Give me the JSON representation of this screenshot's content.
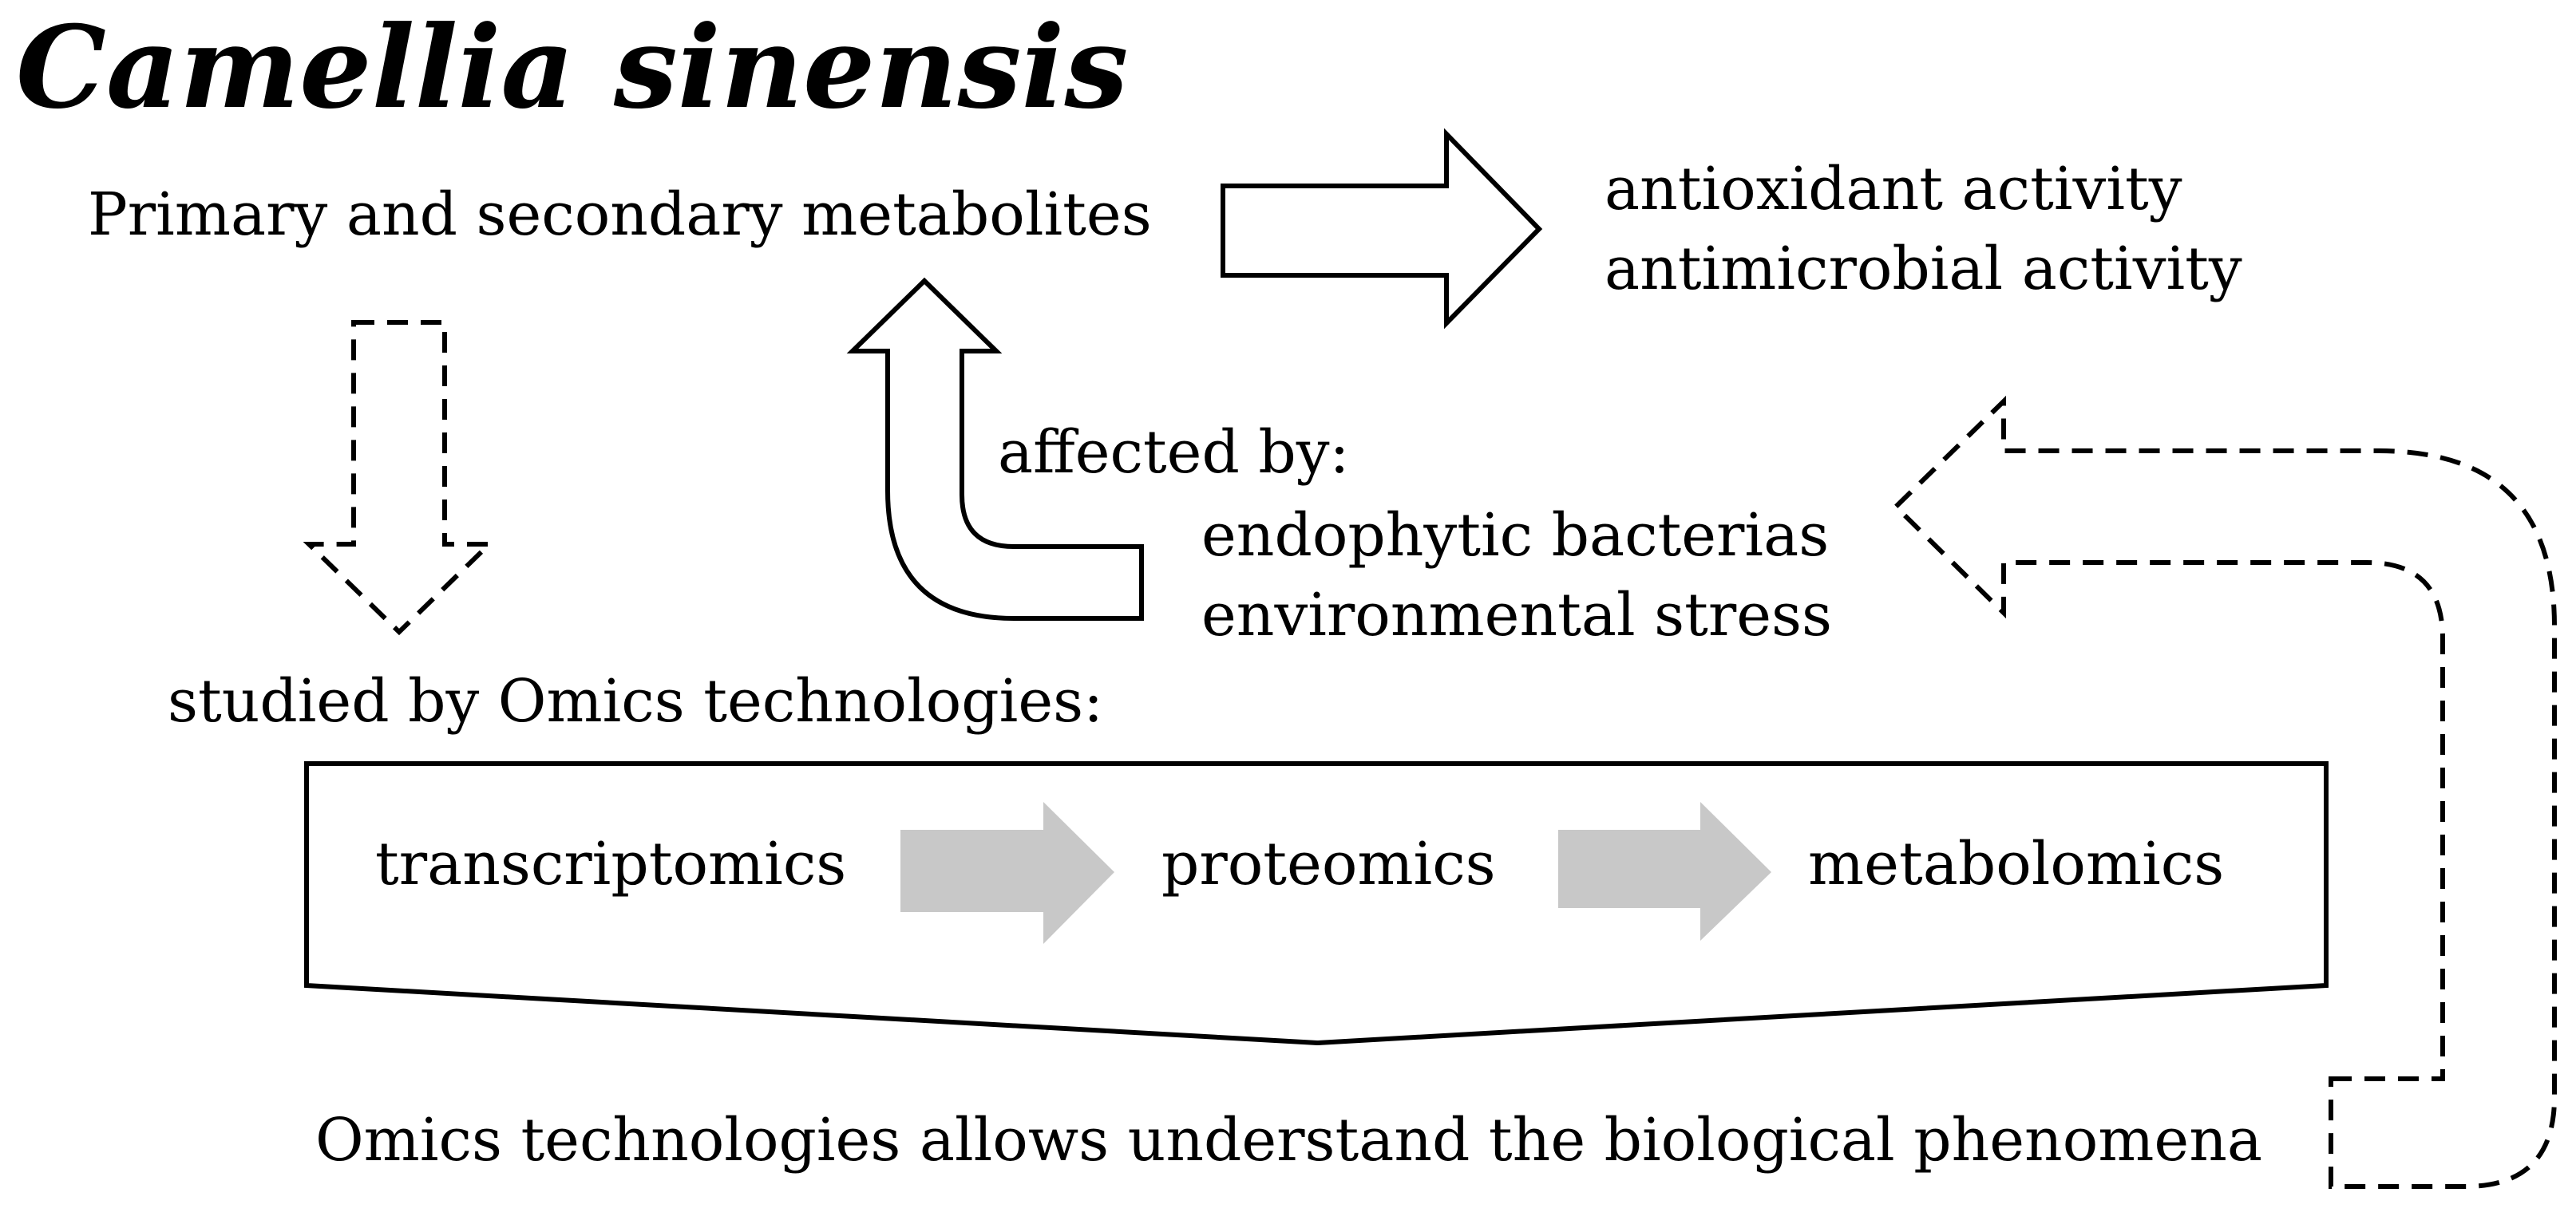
{
  "title": "Camellia sinensis",
  "metabolites_label": "Primary and secondary metabolites",
  "activities": [
    "antioxidant activity",
    "antimicrobial activity"
  ],
  "affected": {
    "title": "affected by:",
    "factors": [
      "endophytic bacterias",
      "environmental stress"
    ]
  },
  "omics_intro": "studied by Omics technologies:",
  "technologies": [
    "transcriptomics",
    "proteomics",
    "metabolomics"
  ],
  "conclusion": "Omics technologies allows understand the biological phenomena",
  "colors": {
    "stroke": "#000000",
    "step_arrow_fill": "#c8c8c8",
    "background": "#ffffff"
  }
}
